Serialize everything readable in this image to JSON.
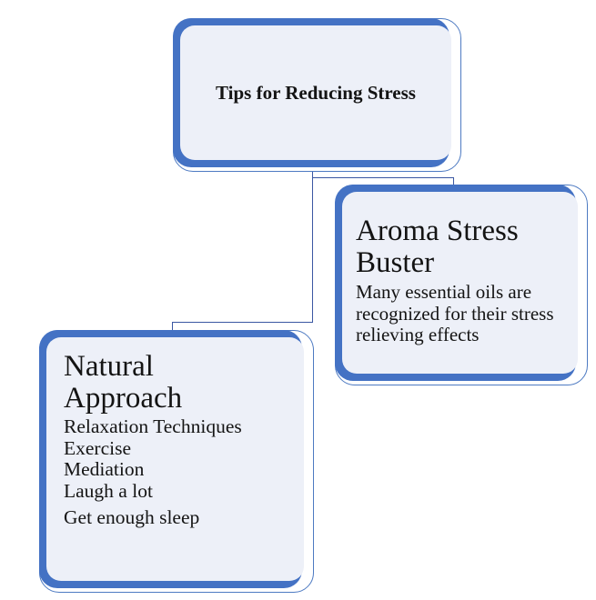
{
  "colors": {
    "shape_blue": "#4472C4",
    "shape_fill": "#EDF0F8",
    "outline_blue": "#4D7AC2",
    "connector": "#3A57A2",
    "text": "#141414",
    "canvas_bg": "#FFFFFF"
  },
  "diagram": {
    "root": {
      "title": "Tips for Reducing Stress"
    },
    "nodes": [
      {
        "id": "aroma-stress-buster",
        "title": "Aroma Stress Buster",
        "body": "Many essential oils are recognized for their stress relieving effects"
      },
      {
        "id": "natural-approach",
        "title": "Natural Approach",
        "items": [
          "Relaxation Techniques",
          "Exercise",
          "Mediation",
          "Laugh a lot",
          "Get enough sleep"
        ]
      }
    ]
  }
}
